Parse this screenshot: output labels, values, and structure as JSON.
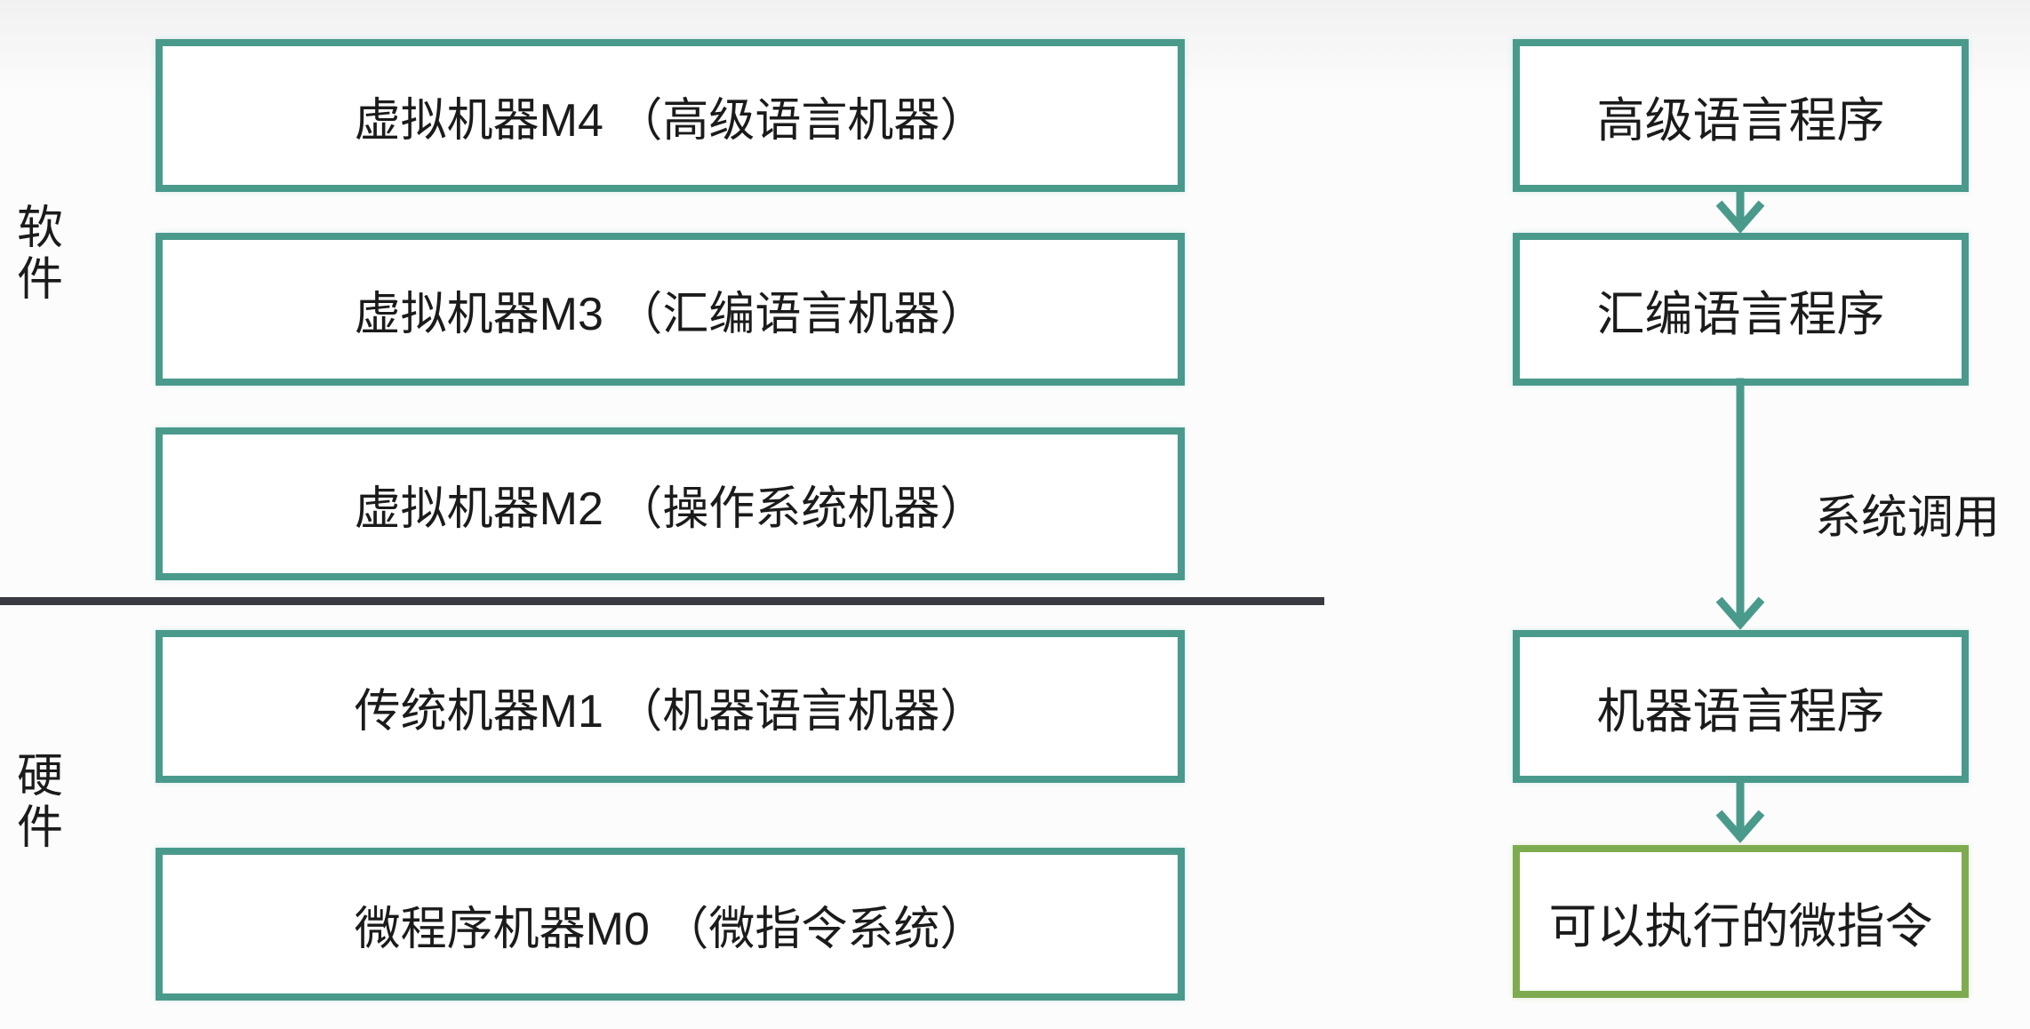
{
  "palette": {
    "teal": "#4a9a8c",
    "green": "#7eab50",
    "divider": "#3a3a42",
    "ink": "#1b1b1b",
    "boxbg": "#ffffff",
    "pagebg": "#fcfcfc"
  },
  "left_labels": {
    "software": "软件",
    "hardware": "硬件"
  },
  "machine_layers": [
    {
      "label": "虚拟机器M4 （高级语言机器）"
    },
    {
      "label": "虚拟机器M3 （汇编语言机器）"
    },
    {
      "label": "虚拟机器M2 （操作系统机器）"
    },
    {
      "label": "传统机器M1 （机器语言机器）"
    },
    {
      "label": "微程序机器M0 （微指令系统）"
    }
  ],
  "flow": {
    "nodes": [
      {
        "label": "高级语言程序"
      },
      {
        "label": "汇编语言程序"
      },
      {
        "label": "机器语言程序"
      },
      {
        "label": "可以执行的微指令"
      }
    ],
    "edge_label": "系统调用"
  }
}
